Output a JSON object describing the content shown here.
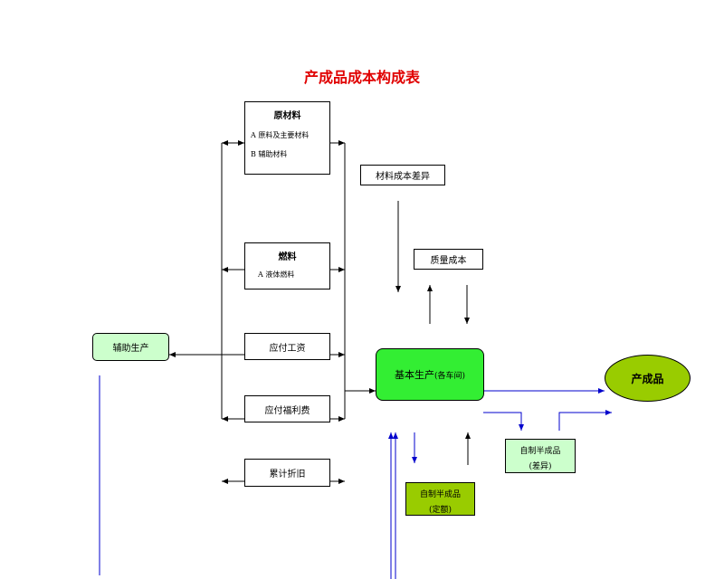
{
  "title": "产成品成本构成表",
  "boxes": {
    "raw_materials": {
      "title": "原材料",
      "items": [
        "A 原料及主要材料",
        "B 辅助材料"
      ]
    },
    "fuel": {
      "title": "燃料",
      "items": [
        "A 液体燃料"
      ]
    },
    "wages": "应付工资",
    "welfare": "应付福利费",
    "depreciation": "累计折旧",
    "material_variance": "材料成本差异",
    "quality_cost": "质量成本",
    "auxiliary": "辅助生产",
    "basic_production": {
      "label": "基本生产",
      "sub": "(各车间)"
    },
    "finished_goods": "产成品",
    "semi_variance": {
      "label": "自制半成品",
      "sub": "(差异)"
    },
    "semi_quota": {
      "label": "自制半成品",
      "sub": "(定额)"
    }
  },
  "colors": {
    "title": "#e00000",
    "basic_production": "#33ee33",
    "finished_goods": "#99cc00",
    "semi_variance": "#ccffcc",
    "semi_quota": "#99cc00",
    "auxiliary": "#ccffcc",
    "blue_arrow": "#0000cc"
  }
}
